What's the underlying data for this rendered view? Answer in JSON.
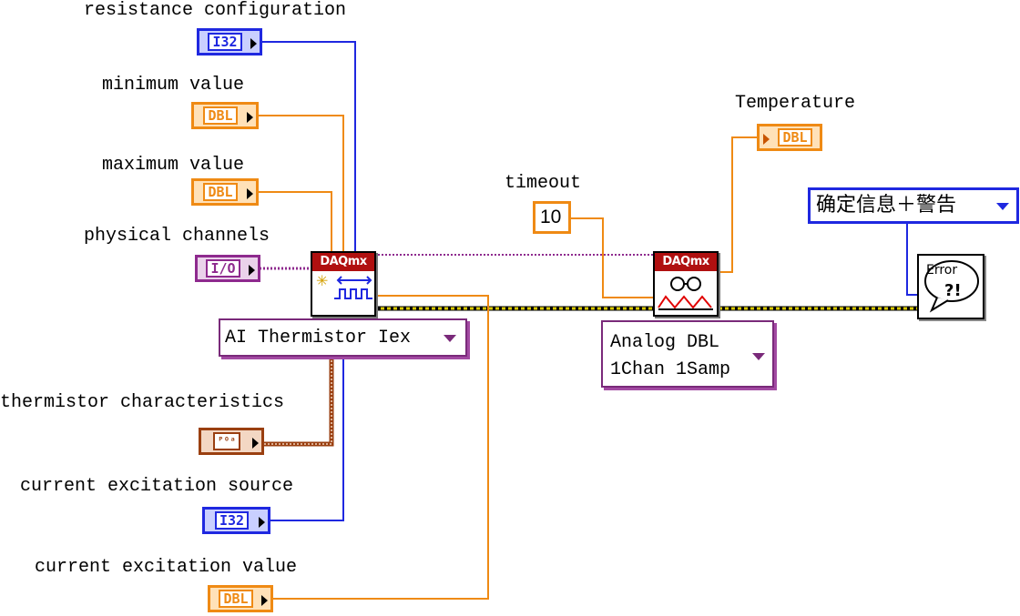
{
  "labels": {
    "resistance_configuration": "resistance configuration",
    "minimum_value": "minimum value",
    "maximum_value": "maximum value",
    "physical_channels": "physical channels",
    "thermistor_characteristics": "thermistor characteristics",
    "current_excitation_source": "current excitation source",
    "current_excitation_value": "current excitation value",
    "timeout": "timeout",
    "temperature": "Temperature"
  },
  "terminals": {
    "i32": "I32",
    "dbl": "DBL",
    "io": "I/O",
    "cluster": "ᴾᴼᵃ"
  },
  "constants": {
    "timeout_value": "10"
  },
  "vis": {
    "create_channel_header": "DAQmx",
    "read_header": "DAQmx",
    "error_text": "Error",
    "error_mark": "?!"
  },
  "selectors": {
    "create_channel_mode": "AI Thermistor Iex",
    "read_mode_line1": "Analog DBL",
    "read_mode_line2": "1Chan 1Samp",
    "error_dialog_type": "确定信息＋警告"
  },
  "colors": {
    "int_wire": "#1f28e0",
    "dbl_wire": "#ef8a14",
    "task_wire": "#8e2a8e",
    "cluster_wire": "#9a3f10",
    "error_wire": "#c8b800"
  }
}
